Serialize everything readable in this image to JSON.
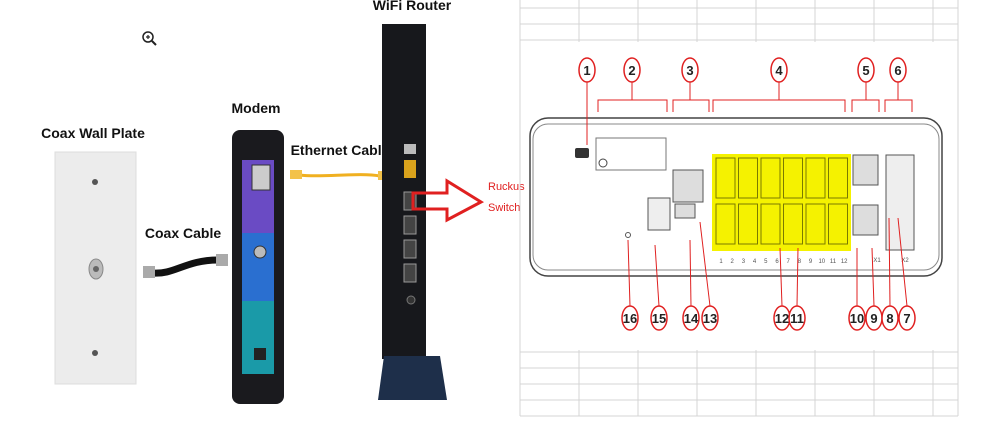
{
  "left_diagram": {
    "wall_plate_label": "Coax Wall Plate",
    "coax_cable_label": "Coax Cable",
    "modem_label": "Modem",
    "ethernet_cable_label": "Ethernet Cable",
    "router_label": "WiFi Router",
    "switch_label_line1": "Ruckus",
    "switch_label_line2": "Switch"
  },
  "right_diagram": {
    "top_callouts": [
      "1",
      "2",
      "3",
      "4",
      "5",
      "6"
    ],
    "bottom_callouts": [
      "16",
      "15",
      "14",
      "13",
      "12",
      "11",
      "10",
      "9",
      "8",
      "7"
    ],
    "port_numbers": [
      "1",
      "2",
      "3",
      "4",
      "5",
      "6",
      "7",
      "8",
      "9",
      "10",
      "11",
      "12"
    ],
    "uplink_labels": [
      "X1",
      "X2"
    ]
  },
  "colors": {
    "highlight": "#f5f200",
    "callout": "#e02020",
    "modem_purple": "#6a4bc4",
    "modem_blue": "#2a6fd0",
    "modem_teal": "#1a9aa8"
  }
}
